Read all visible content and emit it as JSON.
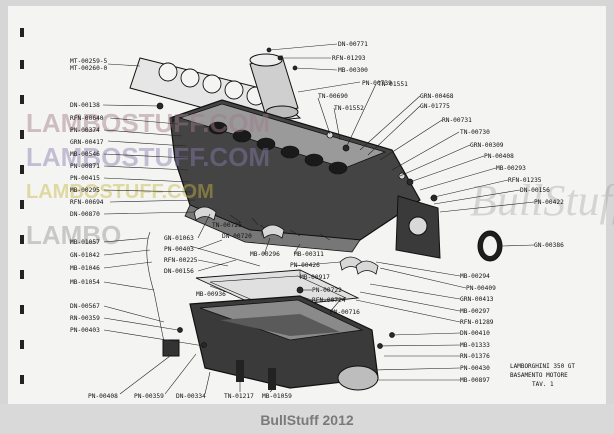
{
  "watermarks": {
    "lambo1": "LAMBOSTUFF.COM",
    "lambo2": "LAMBOSTUFF.COM",
    "lambo3": "LAMBOSTUFF.COM",
    "lambo4": "LAMBO",
    "bullstuff": "BullStuff"
  },
  "footer": "BullStuff 2012",
  "title": {
    "line1": "LAMBORGHINI 350 GT",
    "line2": "BASAMENTO MOTORE",
    "line3": "TAV. 1"
  },
  "labels": {
    "l_mt1": "MT-00259-5",
    "l_mt2": "MT-00260-0",
    "l_dn138": "DN-00138",
    "l_rfn640": "RFN-00640",
    "l_pn374": "PN-00374",
    "l_grn417": "GRN-00417",
    "l_mb546": "MB-00546",
    "l_pn871": "PN-00871",
    "l_pn415": "PN-00415",
    "l_mb295": "MB-00295",
    "l_rfn694": "RFN-00694",
    "l_dn870": "DN-00870",
    "l_mb1057": "MB-01057",
    "l_gn1042": "GN-01042",
    "l_mb1046": "MB-01046",
    "l_mb1054": "MB-01054",
    "l_dn567": "DN-00567",
    "l_rn359": "RN-00359",
    "l_pn403b": "PN-00403",
    "l_pn408": "PN-00408",
    "l_pn359": "PN-00359",
    "l_dn334": "DN-00334",
    "l_tn1217": "TN-01217",
    "l_mb1059": "MB-01059",
    "l_dn771": "DN-00771",
    "l_rfn1293": "RFN-01293",
    "l_mb300": "MB-00300",
    "l_pn739": "PN-00739",
    "l_tn690": "TN-00690",
    "l_tn1551": "TN-01551",
    "l_tn1552": "TN-01552",
    "l_grn468": "GRN-00468",
    "l_gn1775": "GN-01775",
    "l_rn731": "RN-00731",
    "l_tn730": "TN-00730",
    "l_grn309": "GRN-00309",
    "l_pn408r": "PN-00408",
    "l_mb293": "MB-00293",
    "l_rfn1235": "RFN-01235",
    "l_dn156r": "DN-00156",
    "l_pn422": "PN-00422",
    "l_gn386": "GN-00386",
    "l_gn1063": "GN-01063",
    "l_pn403": "PN-00403",
    "l_rfn225": "RFN-00225",
    "l_dn156": "DN-00156",
    "l_tn725": "TN-00725",
    "l_dn720": "DN-00720",
    "l_mb296": "MB-00296",
    "l_mb311": "MB-00311",
    "l_pn426": "PN-00426",
    "l_mb917": "MB-00917",
    "l_mb936": "MB-00936",
    "l_pn722": "PN-00722",
    "l_rfn724": "RFN-00724",
    "l_pn716": "PN-00716",
    "l_mb294": "MB-00294",
    "l_pn409": "PN-00409",
    "l_grn413": "GRN-00413",
    "l_mb297": "MB-00297",
    "l_rfn1289": "RFN-01289",
    "l_dn410": "DN-00410",
    "l_mb1333": "MB-01333",
    "l_rn1376": "RN-01376",
    "l_pn430": "PN-00430",
    "l_mb897": "MB-00897"
  }
}
